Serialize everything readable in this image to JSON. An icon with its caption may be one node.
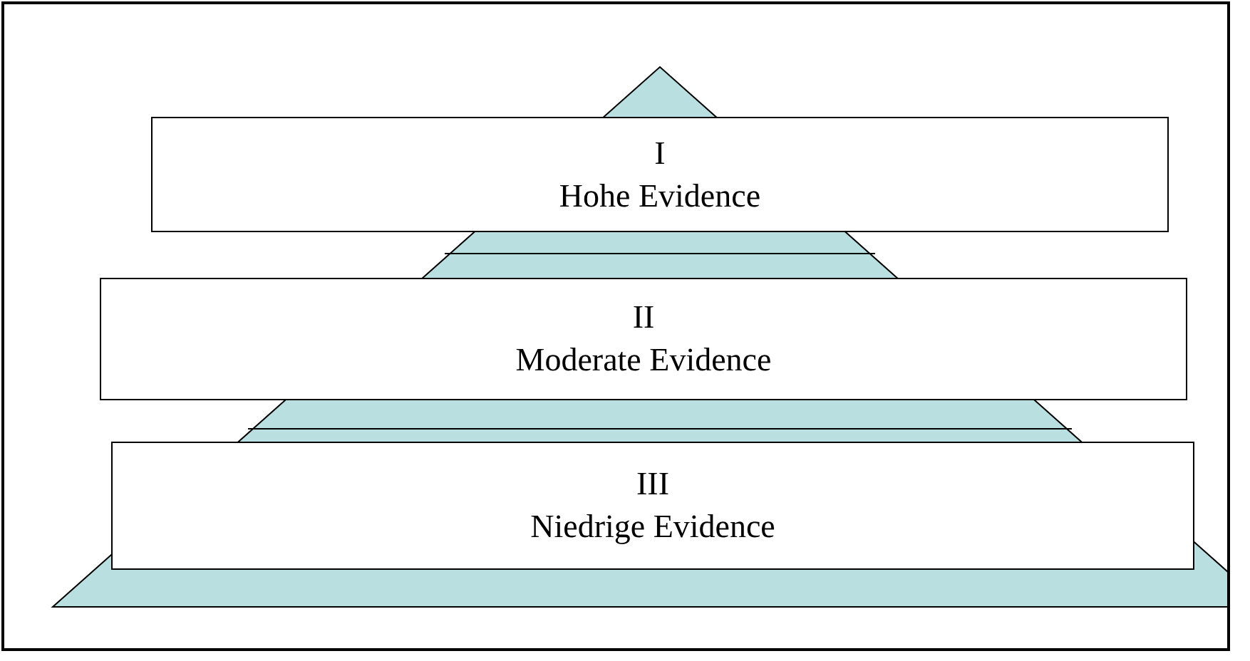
{
  "diagram": {
    "nodes": [
      {
        "text": [
          "I",
          "Hohe Evidence"
        ]
      },
      {
        "text": [
          "II",
          "Moderate Evidence"
        ]
      },
      {
        "text": [
          "III",
          "Niedrige Evidence"
        ]
      }
    ]
  }
}
